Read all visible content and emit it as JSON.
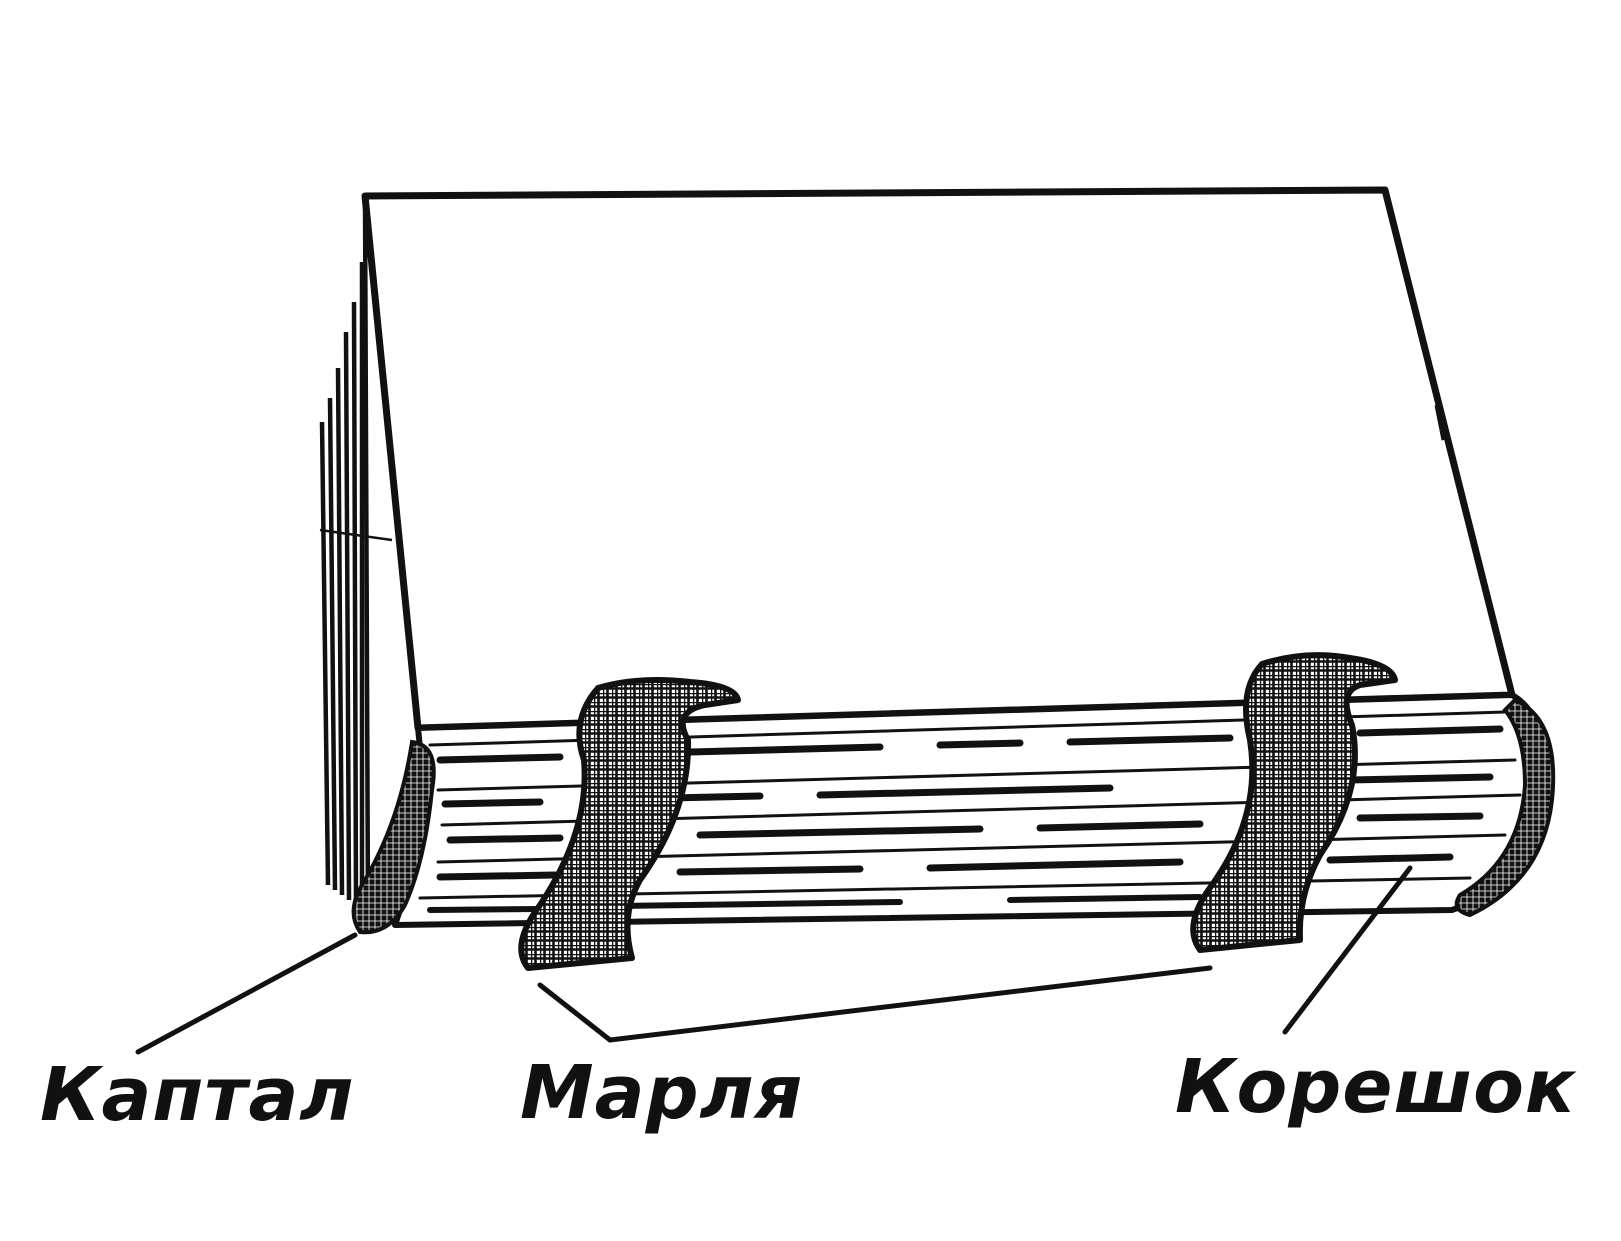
{
  "labels": {
    "kaptal": "Каптал",
    "marlya": "Марля",
    "koreshok": "Корешок"
  },
  "colors": {
    "ink": "#111111",
    "paper": "#ffffff"
  }
}
